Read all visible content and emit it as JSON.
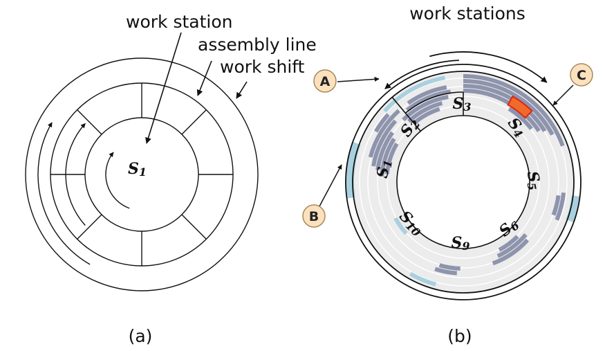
{
  "panel_a": {
    "caption": "(a)",
    "labels": {
      "work_station": "work station",
      "assembly_line": "assembly line",
      "work_shift": "work shift"
    },
    "station": "S1"
  },
  "panel_b": {
    "caption": "(b)",
    "title": "work stations",
    "stations": [
      "S1",
      "S2",
      "S3",
      "S4",
      "S5",
      "S6",
      "S9",
      "S10"
    ],
    "callouts": [
      "A",
      "B",
      "C"
    ]
  },
  "colors": {
    "line": "#111111",
    "track": "#ececec",
    "segment": "#8f94ad",
    "shift": "#a9d0df",
    "badge_fill": "#fbe1bd",
    "badge_stroke": "#a8895b",
    "highlight_fill": "#f26a2a",
    "highlight_stroke": "#d62718"
  }
}
